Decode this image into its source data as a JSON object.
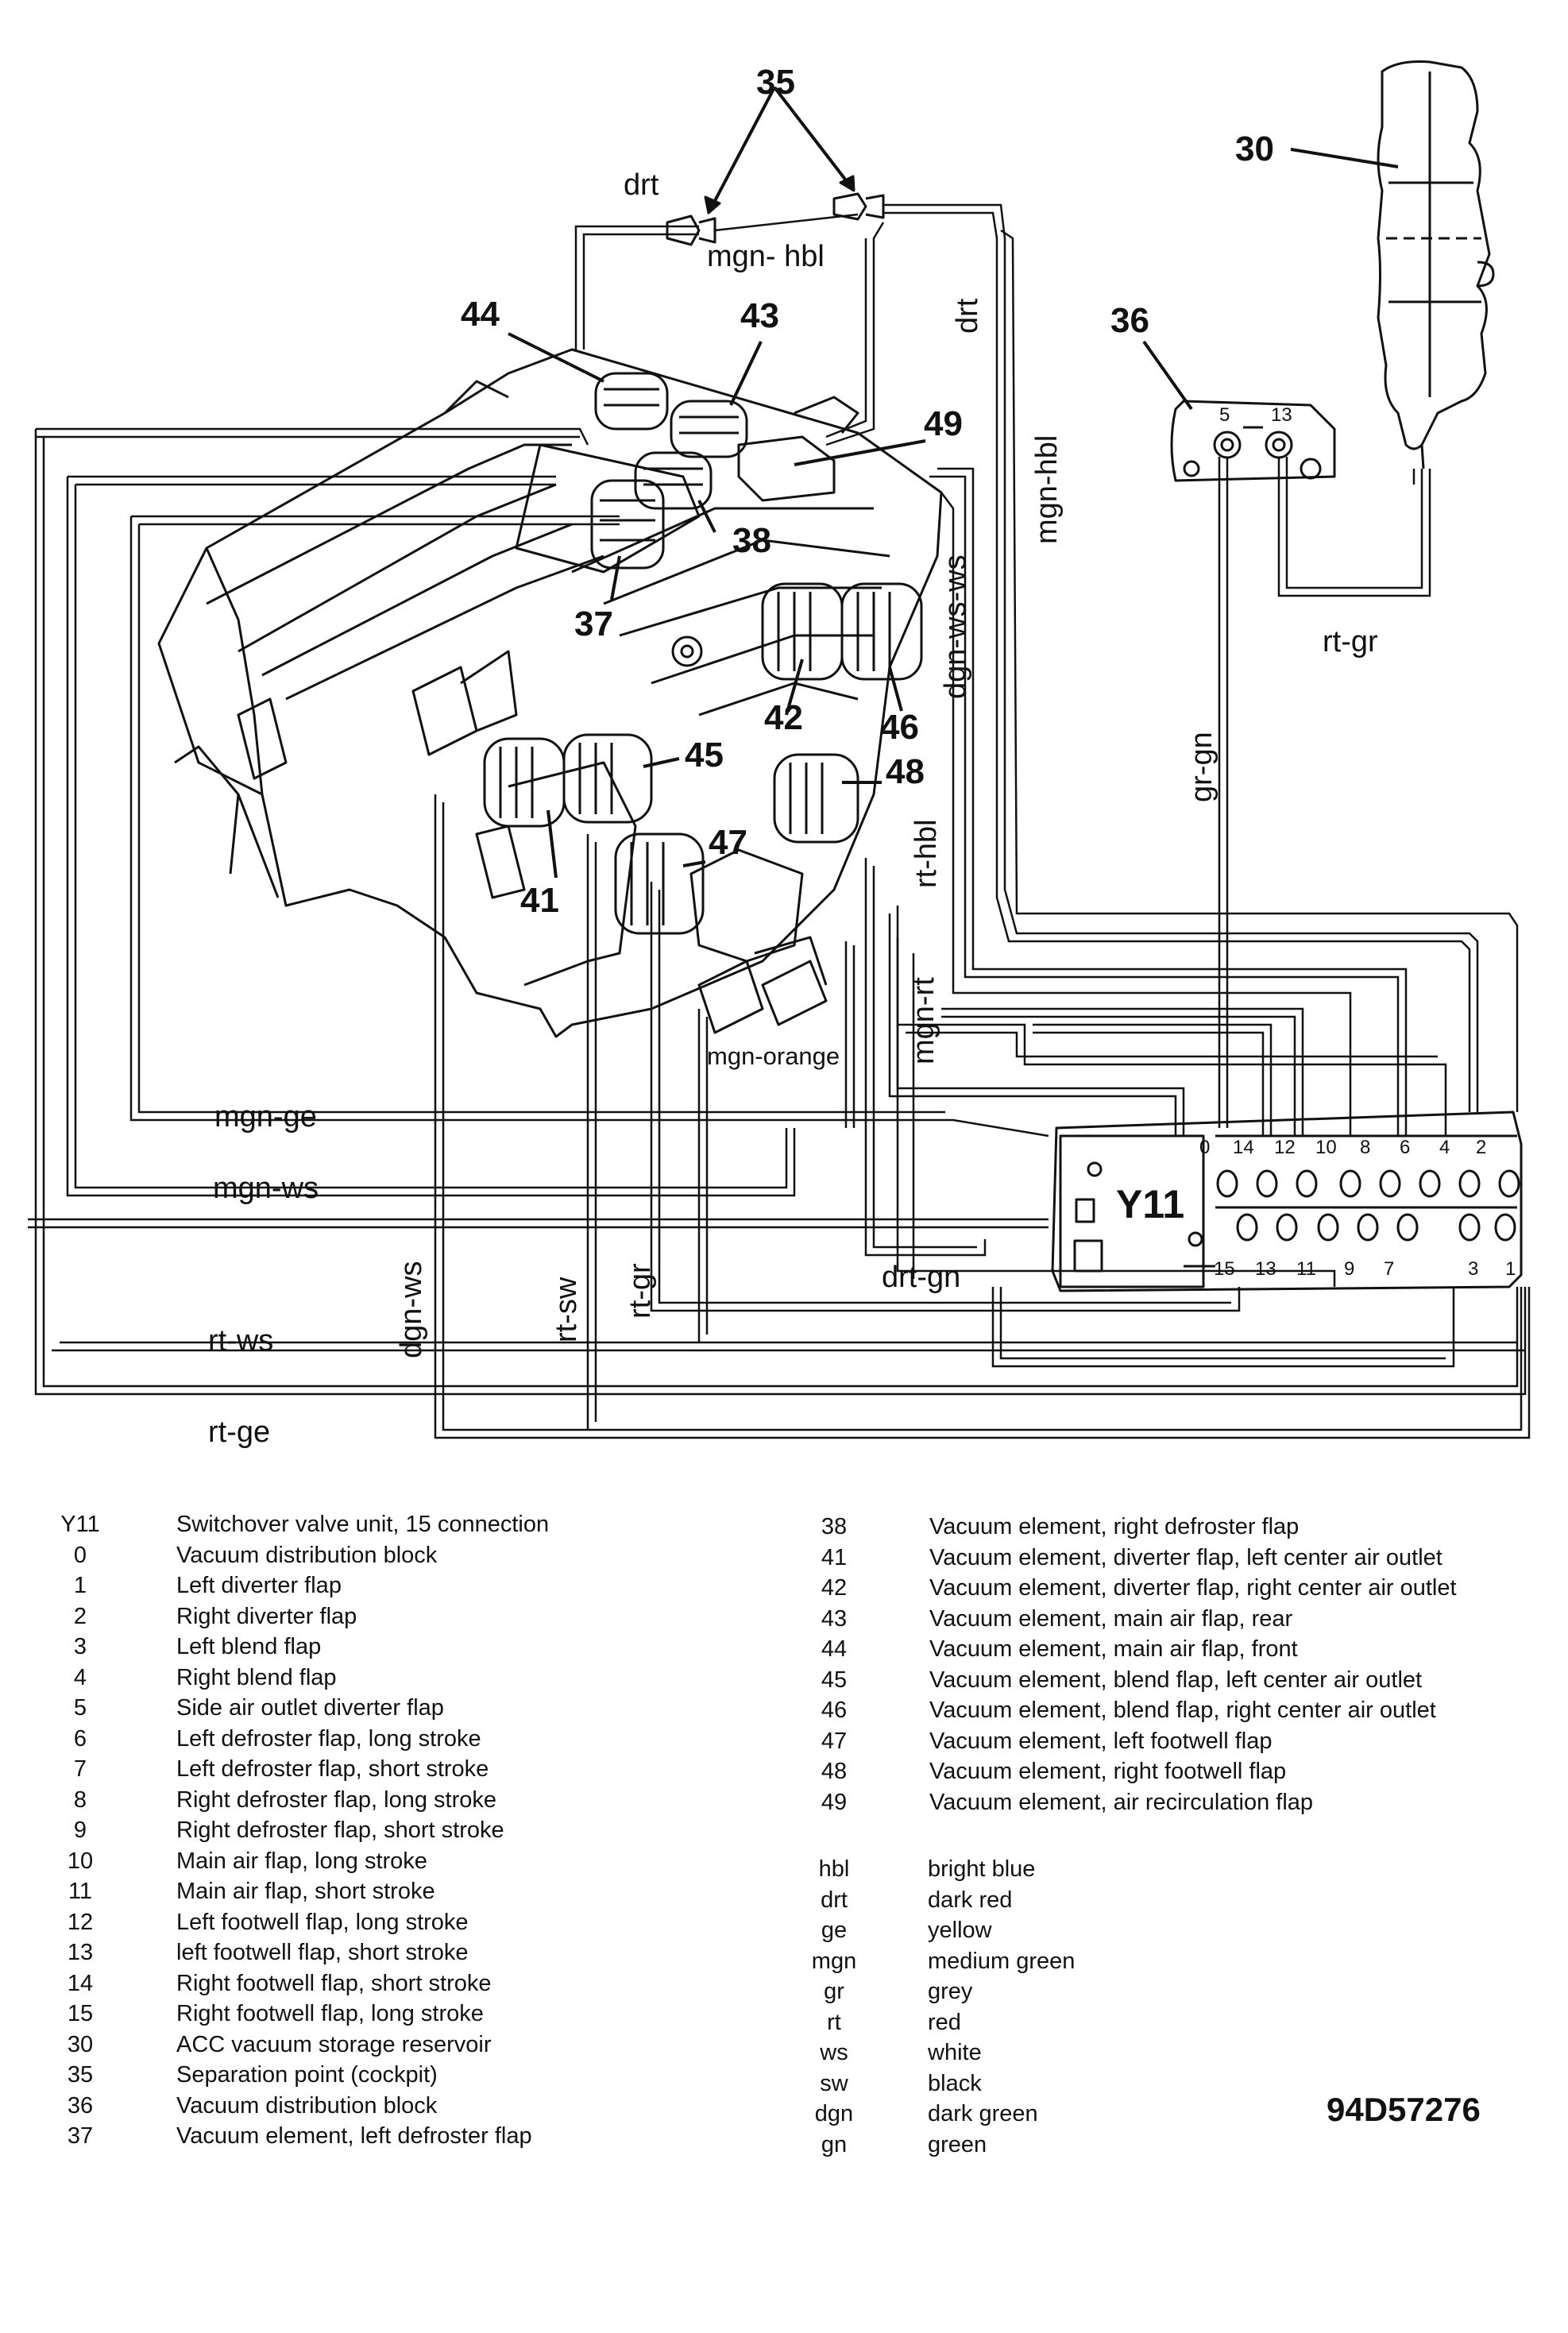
{
  "diagram": {
    "component_labels": {
      "c35": "35",
      "c30": "30",
      "c36": "36",
      "c44": "44",
      "c43": "43",
      "c49": "49",
      "c38": "38",
      "c37": "37",
      "c42": "42",
      "c46": "46",
      "c45": "45",
      "c48": "48",
      "c47": "47",
      "c41": "41",
      "y11": "Y11"
    },
    "line_labels": {
      "drt_top": "drt",
      "mgn_hbl_top": "mgn- hbl",
      "drt_right": "drt",
      "mgn_hbl_right": "mgn-hbl",
      "dgn_ws_ws": "dgn-ws-ws",
      "rt_gr_right": "rt-gr",
      "gr_gn": "gr-gn",
      "rt_hbl": "rt-hbl",
      "mgn_rt": "mgn-rt",
      "mgn_orange": "mgn-orange",
      "mgn_ge": "mgn-ge",
      "mgn_ws": "mgn-ws",
      "rt_ws": "rt-ws",
      "rt_ge": "rt-ge",
      "dgn_ws": "dgn-ws",
      "rt_sw": "rt-sw",
      "rt_gr_bottom": "rt-gr",
      "drt_gn": "drt-gn"
    },
    "y11_ports_top": [
      "0",
      "14",
      "12",
      "10",
      "8",
      "6",
      "4",
      "2"
    ],
    "y11_ports_bottom": [
      "15",
      "13",
      "11",
      "9",
      "7",
      "3",
      "1"
    ],
    "block36_ports": [
      "5",
      "13"
    ]
  },
  "legend_left": [
    {
      "code": "Y11",
      "desc": "Switchover valve unit, 15 connection"
    },
    {
      "code": "0",
      "desc": "Vacuum distribution block"
    },
    {
      "code": "1",
      "desc": "Left diverter flap"
    },
    {
      "code": "2",
      "desc": "Right diverter flap"
    },
    {
      "code": "3",
      "desc": "Left blend flap"
    },
    {
      "code": "4",
      "desc": "Right blend flap"
    },
    {
      "code": "5",
      "desc": "Side air outlet diverter flap"
    },
    {
      "code": "6",
      "desc": "Left defroster flap, long stroke"
    },
    {
      "code": "7",
      "desc": "Left defroster flap, short stroke"
    },
    {
      "code": "8",
      "desc": "Right defroster flap, long stroke"
    },
    {
      "code": "9",
      "desc": "Right defroster flap, short stroke"
    },
    {
      "code": "10",
      "desc": "Main air flap, long stroke"
    },
    {
      "code": "11",
      "desc": "Main air flap, short stroke"
    },
    {
      "code": "12",
      "desc": "Left footwell flap, long stroke"
    },
    {
      "code": "13",
      "desc": "left footwell flap, short stroke"
    },
    {
      "code": "14",
      "desc": "Right footwell flap, short stroke"
    },
    {
      "code": "15",
      "desc": "Right footwell flap, long stroke"
    },
    {
      "code": "30",
      "desc": "ACC vacuum storage reservoir"
    },
    {
      "code": "35",
      "desc": "Separation point (cockpit)"
    },
    {
      "code": "36",
      "desc": "Vacuum distribution block"
    },
    {
      "code": "37",
      "desc": "Vacuum element, left defroster flap"
    }
  ],
  "legend_right": [
    {
      "code": "38",
      "desc": "Vacuum element, right defroster flap"
    },
    {
      "code": "41",
      "desc": "Vacuum element, diverter flap, left center air outlet"
    },
    {
      "code": "42",
      "desc": "Vacuum element, diverter flap, right center air outlet"
    },
    {
      "code": "43",
      "desc": "Vacuum element, main air flap, rear"
    },
    {
      "code": "44",
      "desc": "Vacuum element, main air flap, front"
    },
    {
      "code": "45",
      "desc": "Vacuum element, blend flap, left center air outlet"
    },
    {
      "code": "46",
      "desc": "Vacuum element, blend flap, right center air outlet"
    },
    {
      "code": "47",
      "desc": "Vacuum element, left footwell flap"
    },
    {
      "code": "48",
      "desc": "Vacuum element, right footwell flap"
    },
    {
      "code": "49",
      "desc": "Vacuum element, air recirculation flap"
    }
  ],
  "legend_colors": [
    {
      "code": "hbl",
      "desc": "bright blue"
    },
    {
      "code": "drt",
      "desc": "dark red"
    },
    {
      "code": "ge",
      "desc": "yellow"
    },
    {
      "code": "mgn",
      "desc": "medium green"
    },
    {
      "code": "gr",
      "desc": "grey"
    },
    {
      "code": "rt",
      "desc": "red"
    },
    {
      "code": "ws",
      "desc": "white"
    },
    {
      "code": "sw",
      "desc": "black"
    },
    {
      "code": "dgn",
      "desc": "dark green"
    },
    {
      "code": "gn",
      "desc": "green"
    }
  ],
  "figure_code": "94D57276"
}
